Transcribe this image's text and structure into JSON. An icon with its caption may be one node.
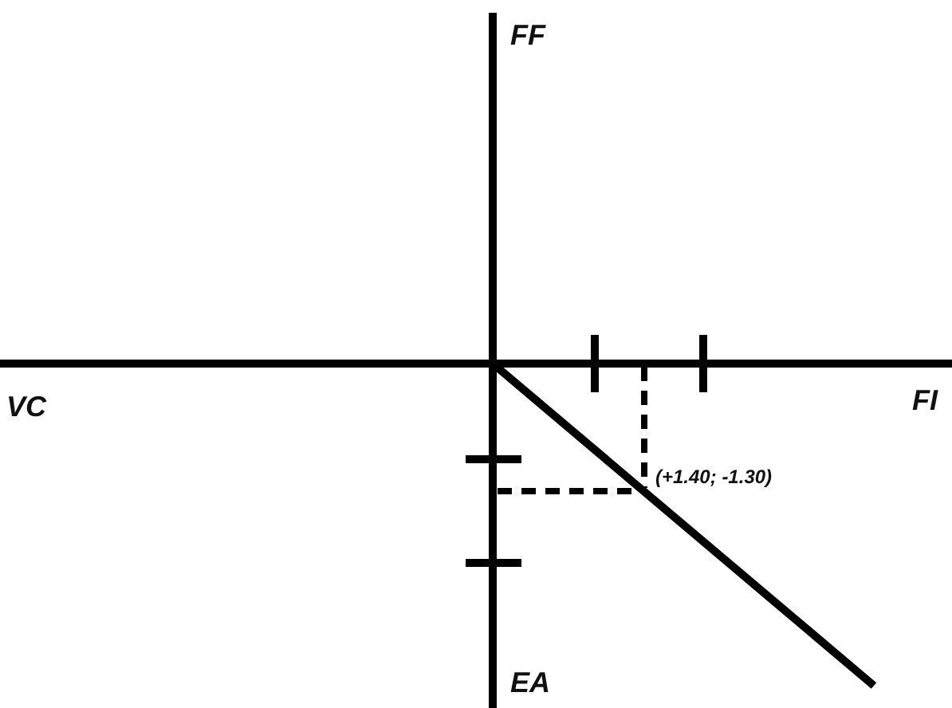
{
  "diagram": {
    "labels": [
      "FF",
      "VC",
      "FI",
      "(+1.40; -1.30)",
      "EA"
    ]
  }
}
